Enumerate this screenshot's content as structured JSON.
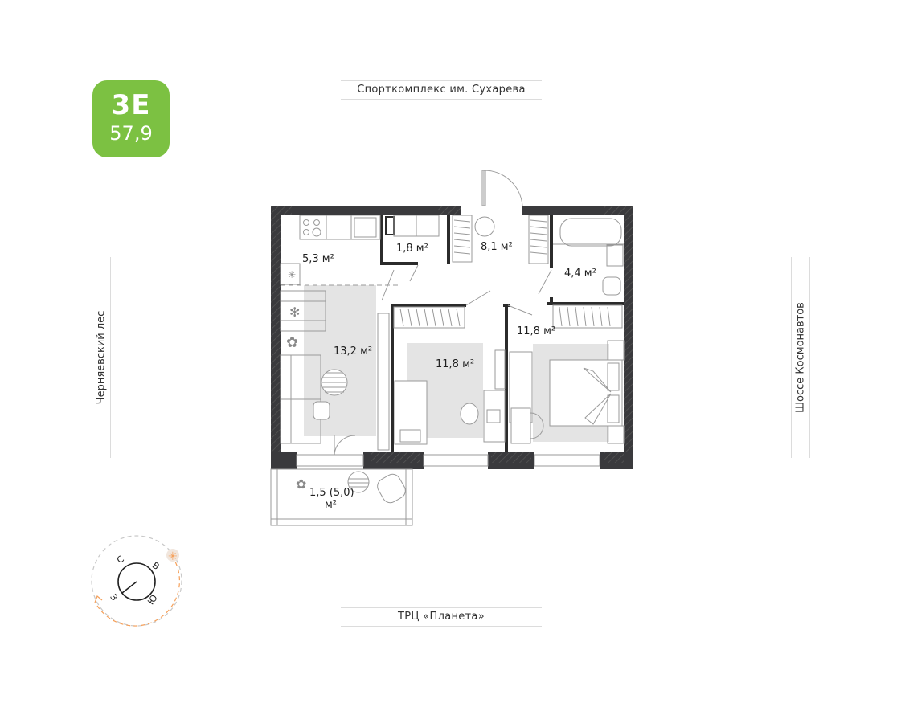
{
  "badge": {
    "code": "3E",
    "area": "57,9",
    "color": "#7cc142"
  },
  "streets": {
    "top": "Спорткомплекс им. Сухарева",
    "bottom": "ТРЦ «Планета»",
    "left": "Черняевский лес",
    "right": "Шоссе Космонавтов"
  },
  "rooms": [
    {
      "id": "kitchen",
      "label": "5,3  м²"
    },
    {
      "id": "wc",
      "label": "1,8  м²"
    },
    {
      "id": "hall",
      "label": "8,1  м²"
    },
    {
      "id": "bathroom",
      "label": "4,4  м²"
    },
    {
      "id": "living",
      "label": "13,2  м²"
    },
    {
      "id": "bedroom-1",
      "label": "11,8  м²"
    },
    {
      "id": "bedroom-2",
      "label": "11,8  м²"
    },
    {
      "id": "balcony",
      "label": "1,5 (5,0)",
      "unit": "м²"
    }
  ],
  "compass": {
    "north": "С",
    "east": "В",
    "south": "Ю",
    "west": "З",
    "sun_color": "#f5a05a",
    "orbit_color": "#c8c8c8"
  },
  "colors": {
    "wall": "#3a3a3d",
    "rug": "#e4e4e4",
    "line": "#9a9a9a"
  }
}
